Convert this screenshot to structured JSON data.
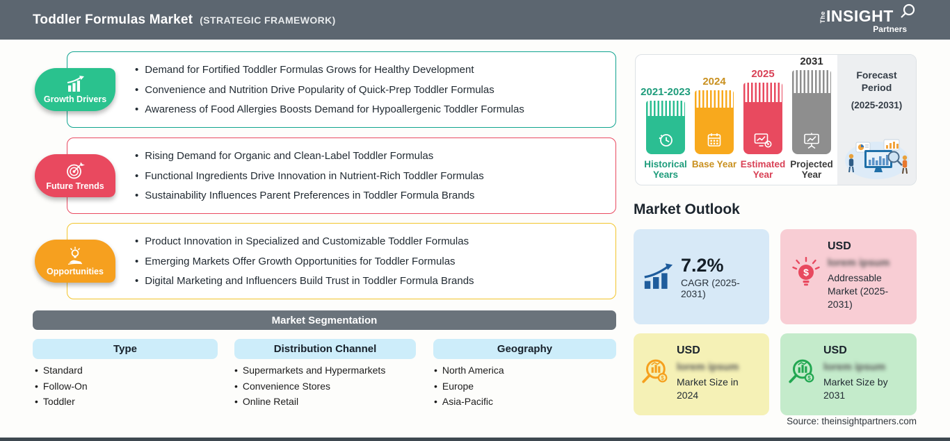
{
  "header": {
    "title": "Toddler Formulas Market",
    "subtitle": "(STRATEGIC FRAMEWORK)",
    "logo": {
      "the": "The",
      "insight": "INSIGHT",
      "partners": "Partners"
    }
  },
  "framework": {
    "sections": [
      {
        "label": "Growth Drivers",
        "color": "#2AC28E",
        "items": [
          "Demand for Fortified Toddler Formulas Grows for Healthy Development",
          "Convenience and Nutrition Drive Popularity of Quick-Prep Toddler Formulas",
          "Awareness of Food Allergies Boosts Demand for Hypoallergenic Toddler Formulas"
        ]
      },
      {
        "label": "Future Trends",
        "color": "#E9495F",
        "items": [
          "Rising Demand for Organic and Clean-Label Toddler Formulas",
          "Functional Ingredients Drive Innovation in Nutrient-Rich Toddler Formulas",
          "Sustainability Influences Parent Preferences in Toddler Formula Brands"
        ]
      },
      {
        "label": "Opportunities",
        "color": "#F6A01F",
        "items": [
          "Product Innovation in Specialized and Customizable Toddler Formulas",
          "Emerging Markets Offer Growth Opportunities for Toddler Formulas",
          "Digital Marketing and Influencers Build Trust in Toddler Formula Brands"
        ]
      }
    ]
  },
  "segmentation": {
    "title": "Market Segmentation",
    "columns": [
      {
        "header": "Type",
        "items": [
          "Standard",
          "Follow-On",
          "Toddler"
        ]
      },
      {
        "header": "Distribution Channel",
        "items": [
          "Supermarkets and Hypermarkets",
          "Convenience Stores",
          "Online Retail"
        ]
      },
      {
        "header": "Geography",
        "items": [
          "North America",
          "Europe",
          "Asia-Pacific"
        ]
      }
    ]
  },
  "timeline": {
    "bars": [
      {
        "year": "2021-2023",
        "caption": "Historical Years",
        "color": "#2BBE92"
      },
      {
        "year": "2024",
        "caption": "Base Year",
        "color": "#F8A91D"
      },
      {
        "year": "2025",
        "caption": "Estimated Year",
        "color": "#E84A5F"
      },
      {
        "year": "2031",
        "caption": "Projected Year",
        "color": "#8E8E8E"
      }
    ],
    "forecast_period": {
      "line1": "Forecast Period",
      "line2": "(2025-2031)"
    }
  },
  "outlook": {
    "title": "Market Outlook",
    "cards": [
      {
        "value": "7.2%",
        "label": "CAGR (2025-2031)",
        "bg": "#D7E9F7"
      },
      {
        "value": "USD",
        "blurred": "lorem ipsum",
        "label": "Addressable Market (2025-2031)",
        "bg": "#F8CDD4"
      },
      {
        "value": "USD",
        "blurred": "lorem ipsum",
        "label": "Market Size in 2024",
        "bg": "#F5F1B6"
      },
      {
        "value": "USD",
        "blurred": "lorem ipsum",
        "label": "Market Size by 2031",
        "bg": "#C4EBCB"
      }
    ]
  },
  "source": "Source: theinsightpartners.com"
}
